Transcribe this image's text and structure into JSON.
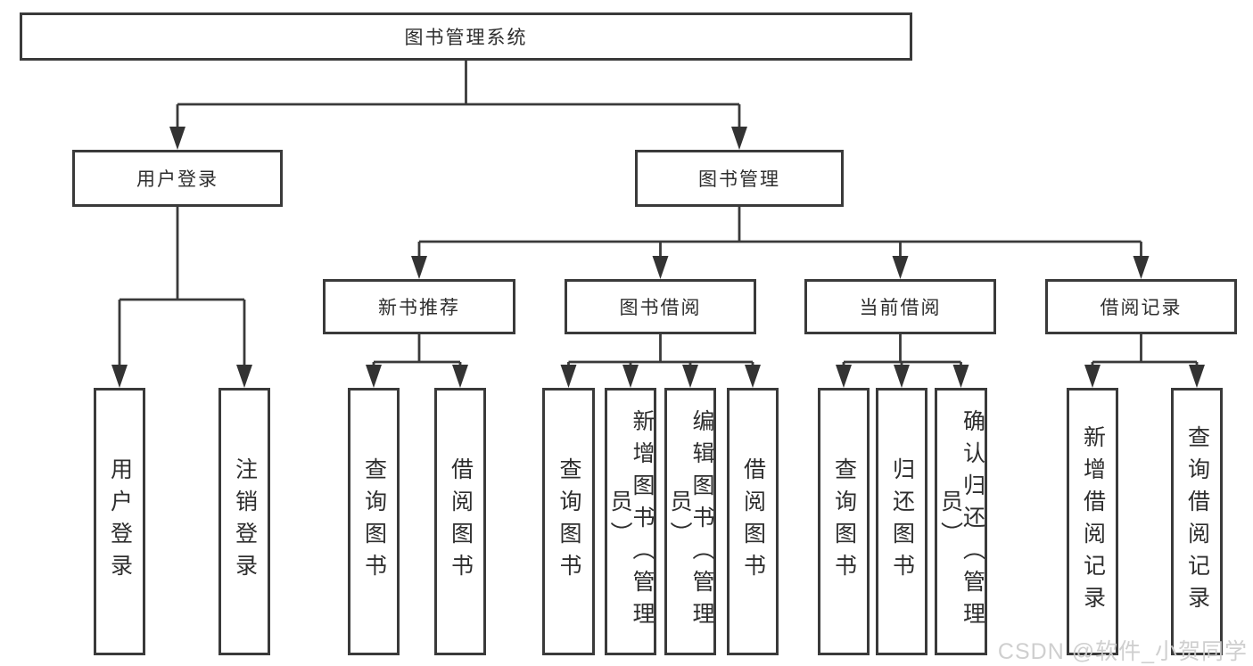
{
  "diagram_title": "图书管理系统",
  "colors": {
    "line": "#3a3a3a",
    "box_border": "#3a3a3a",
    "text": "#2e2e2e",
    "background": "#ffffff",
    "watermark": "#cccccc"
  },
  "nodes": {
    "root": "图书管理系统",
    "level2": {
      "user_login": "用户登录",
      "book_management": "图书管理"
    },
    "level3": {
      "new_book_recommend": "新书推荐",
      "book_borrowing": "图书借阅",
      "current_borrowing": "当前借阅",
      "borrowing_records": "借阅记录"
    },
    "leaves": {
      "user_login_group": [
        "用户登录",
        "注销登录"
      ],
      "new_book_group": [
        "查询图书",
        "借阅图书"
      ],
      "book_borrowing_group": [
        "查询图书",
        "新增图书（管理员）",
        "编辑图书（管理员）",
        "借阅图书"
      ],
      "current_borrowing_group": [
        "查询图书",
        "归还图书",
        "确认归还（管理员）"
      ],
      "borrowing_records_group": [
        "新增借阅记录",
        "查询借阅记录"
      ]
    }
  },
  "watermark": "CSDN @软件_小贺同学"
}
